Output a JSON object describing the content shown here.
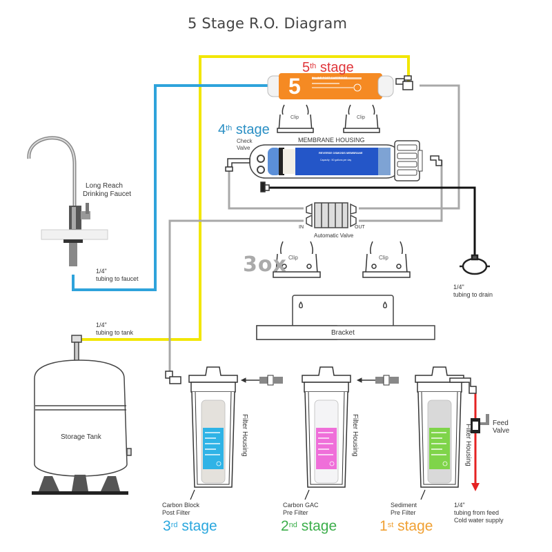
{
  "title": "5 Stage R.O. Diagram",
  "watermark": "3ox",
  "colors": {
    "yellow_tube": "#f2e600",
    "blue_tube": "#2ea3db",
    "grey_tube": "#a8a8a8",
    "black_tube": "#111111",
    "feed_red": "#e52222",
    "stage5": "#e0353a",
    "stage4": "#2a8fc4",
    "stage3": "#2aa7de",
    "stage2": "#3cae4b",
    "stage1": "#f0a033",
    "cartridge_orange": "#f58a23",
    "membrane_blue": "#2456c8",
    "label_blue": "#2fb3e6",
    "label_pink": "#ef6fd9",
    "label_green": "#7fd44a"
  },
  "stages": [
    {
      "id": "stage5",
      "num": "5",
      "suffix": "th",
      "word": "stage"
    },
    {
      "id": "stage4",
      "num": "4",
      "suffix": "th",
      "word": "stage"
    },
    {
      "id": "stage3",
      "num": "3",
      "suffix": "rd",
      "word": "stage"
    },
    {
      "id": "stage2",
      "num": "2",
      "suffix": "nd",
      "word": "stage"
    },
    {
      "id": "stage1",
      "num": "1",
      "suffix": "st",
      "word": "stage"
    }
  ],
  "components": {
    "post_cartridge": {
      "number": "5",
      "label": "IN-LINE POST CARTRIDGE"
    },
    "membrane_housing": "MEMBRANE HOUSING",
    "membrane_label": "REVERSE OSMOSIS MEMBRANE",
    "membrane_capacity": "Capacity : 50 gallons per day",
    "check_valve": [
      "Check",
      "Valve"
    ],
    "automatic_valve": "Automatic Valve",
    "valve_in": "IN",
    "valve_out": "OUT",
    "clip": "Clip",
    "bracket": "Bracket",
    "faucet": [
      "Long Reach",
      "Drinking Faucet"
    ],
    "storage_tank": "Storage Tank",
    "filter_housing": "Filter Housing",
    "feed_valve": [
      "Feed",
      "Valve"
    ]
  },
  "tubing": {
    "faucet": [
      "1/4\"",
      "tubing to faucet"
    ],
    "tank": [
      "1/4\"",
      "tubing to tank"
    ],
    "drain": [
      "1/4\"",
      "tubing to drain"
    ],
    "feed": [
      "1/4\"",
      "tubing from feed",
      "Cold water supply"
    ]
  },
  "filters": [
    {
      "name": [
        "Carbon Block",
        "Post Filter"
      ]
    },
    {
      "name": [
        "Carbon GAC",
        "Pre Filter"
      ]
    },
    {
      "name": [
        "Sediment",
        "Pre Filter"
      ]
    }
  ]
}
